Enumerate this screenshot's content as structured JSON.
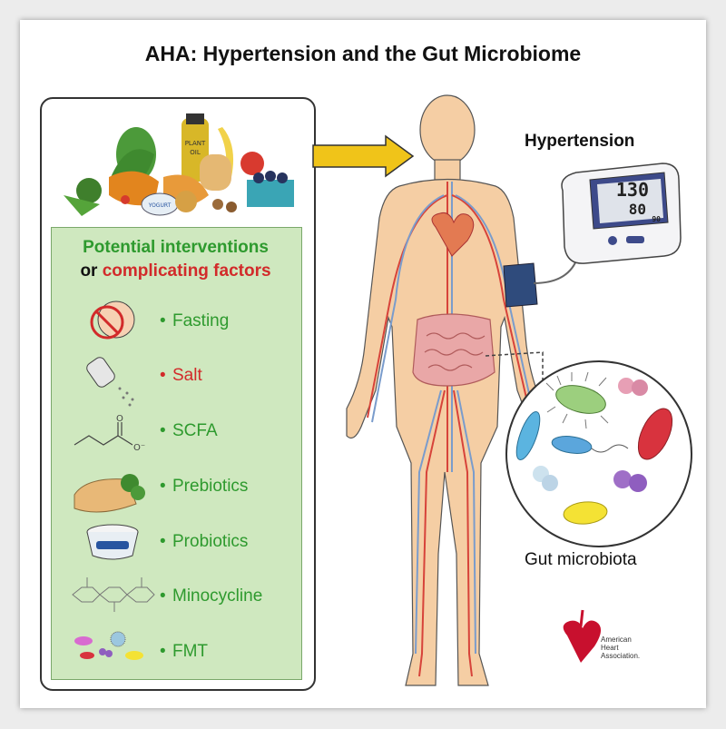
{
  "title": "AHA: Hypertension and the Gut Microbiome",
  "panel": {
    "heading_line1": "Potential interventions",
    "heading_line2_prefix": "or",
    "heading_line2_red": "complicating factors",
    "items": [
      {
        "label": "Fasting",
        "icon": "fasting-icon",
        "color": "#2e9a2e"
      },
      {
        "label": "Salt",
        "icon": "salt-shaker-icon",
        "color": "#d22a2a"
      },
      {
        "label": "SCFA",
        "icon": "scfa-molecule-icon",
        "color": "#2e9a2e"
      },
      {
        "label": "Prebiotics",
        "icon": "prebiotics-food-icon",
        "color": "#2e9a2e"
      },
      {
        "label": "Probiotics",
        "icon": "yogurt-cup-icon",
        "color": "#2e9a2e"
      },
      {
        "label": "Minocycline",
        "icon": "minocycline-molecule-icon",
        "color": "#2e9a2e"
      },
      {
        "label": "FMT",
        "icon": "microbes-icon",
        "color": "#2e9a2e"
      }
    ]
  },
  "hypertension_label": "Hypertension",
  "gut_label": "Gut microbiota",
  "bp_monitor": {
    "systolic": "130",
    "diastolic": "80",
    "pulse": "90"
  },
  "food_labels": {
    "oil_top": "PLANT",
    "oil_bottom": "OIL",
    "yogurt": "YOGURT"
  },
  "aha_logo": {
    "line1": "American",
    "line2": "Heart",
    "line3": "Association."
  },
  "colors": {
    "green": "#2e9a2e",
    "red": "#d22a2a",
    "panel_bg": "#cfe8bf",
    "arrow": "#f0c419"
  }
}
